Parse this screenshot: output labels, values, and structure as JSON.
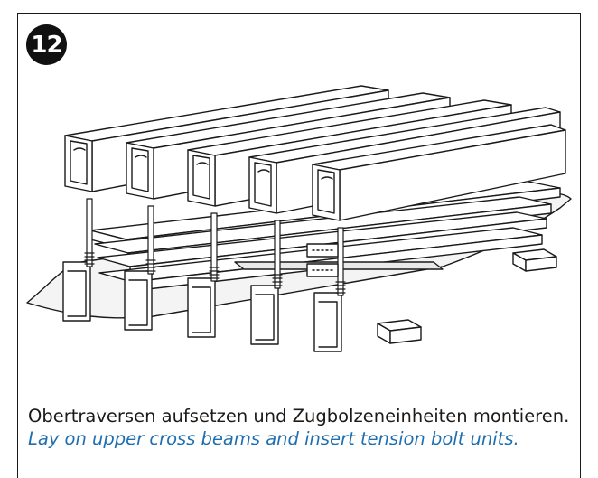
{
  "step": {
    "number": "12"
  },
  "caption": {
    "german": "Obertraversen aufsetzen und Zugbolzeneinheiten montieren.",
    "english": "Lay on upper cross beams and insert tension bolt units."
  },
  "illustration": {
    "icon": "assembly-drawing-cross-beams-tension-bolts",
    "beam_count": 5,
    "colors": {
      "line": "#1a1a1a",
      "caption_english": "#1f6fb0",
      "badge_bg": "#111111"
    }
  }
}
